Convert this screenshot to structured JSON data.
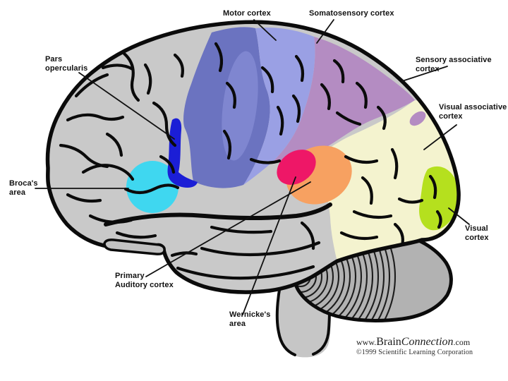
{
  "diagram": {
    "labels": {
      "motor": {
        "line1": "Motor cortex",
        "line2": ""
      },
      "somatosensory": {
        "line1": "Somatosensory cortex",
        "line2": ""
      },
      "sensory_assoc": {
        "line1": "Sensory associative",
        "line2": "cortex"
      },
      "visual_assoc": {
        "line1": "Visual associative",
        "line2": "cortex"
      },
      "visual": {
        "line1": "Visual",
        "line2": "cortex"
      },
      "broca": {
        "line1": "Broca's",
        "line2": "area"
      },
      "pars": {
        "line1": "Pars",
        "line2": "opercularis"
      },
      "auditory": {
        "line1": "Primary",
        "line2": "Auditory cortex"
      },
      "wernicke": {
        "line1": "Wernicke's",
        "line2": "area"
      }
    },
    "region_colors": {
      "cortex": "#c9c9c9",
      "motor": "#6b73c0",
      "motor_light": "#8289d2",
      "somatosensory": "#9aa0e4",
      "sensory_assoc": "#b48cc2",
      "visual_assoc": "#f4f3cf",
      "visual": "#b5e01e",
      "auditory": "#f7a161",
      "wernicke": "#ee1767",
      "broca": "#3fd7f0",
      "pars": "#1b1ed6",
      "cerebellum": "#b2b2b2",
      "brainstem": "#c6c6c6",
      "outline": "#0b0b0b"
    },
    "watermark": {
      "www": "www.",
      "brand_roman": "Brain",
      "brand_italic": "Connection",
      "tld": ".com",
      "copyright": "©1999 Scientific Learning Corporation"
    }
  }
}
